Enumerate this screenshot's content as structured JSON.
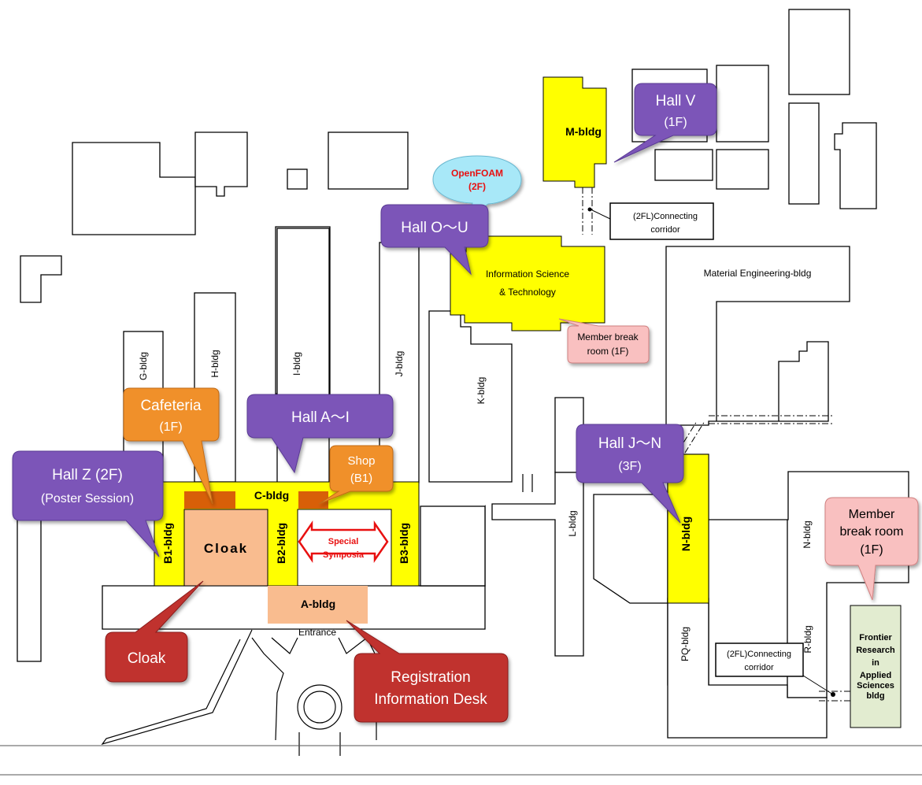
{
  "colors": {
    "hall": "#7b55b8",
    "orange": "#f0902a",
    "dark_orange": "#d85f08",
    "red": "#c0302e",
    "pink": "#f9c0c0",
    "yellow": "#ffff00",
    "peach": "#f9bc8f",
    "openfoam": "#a8e8f8",
    "frontier": "#e2ecd0"
  },
  "buildings": {
    "g": "G-bldg",
    "h": "H-bldg",
    "i": "I-bldg",
    "j": "J-bldg",
    "k": "K-bldg",
    "l": "L-bldg",
    "n_right": "N-bldg",
    "pq": "PQ-bldg",
    "r": "R-bldg",
    "c": "C-bldg",
    "b1": "B1-bldg",
    "b2": "B2-bldg",
    "b3": "B3-bldg",
    "a": "A-bldg",
    "n": "N-bldg",
    "m": "M-bldg",
    "cloak": "Cloak",
    "info_sci_1": "Information Science",
    "info_sci_2": "& Technology",
    "material": "Material Engineering-bldg",
    "frontier": [
      "Frontier",
      "Research",
      "in",
      "Applied",
      "Sciences",
      "bldg"
    ],
    "entrance": "Entrance"
  },
  "special_symposia": [
    "Special",
    "Symposia"
  ],
  "connecting_corridor_top": [
    "(2FL)Connecting",
    "corridor"
  ],
  "connecting_corridor_bottom": [
    "(2FL)Connecting",
    "corridor"
  ],
  "callouts": {
    "hall_v": [
      "Hall V",
      "(1F)"
    ],
    "openfoam": [
      "OpenFOAM",
      "(2F)"
    ],
    "hall_ou": [
      "Hall O〜U"
    ],
    "member_break_small": [
      "Member break",
      "room (1F)"
    ],
    "cafeteria": [
      "Cafeteria",
      "(1F)"
    ],
    "hall_ai": [
      "Hall A〜I"
    ],
    "shop": [
      "Shop",
      "(B1)"
    ],
    "hall_z": [
      "Hall Z (2F)",
      "(Poster Session)"
    ],
    "hall_jn": [
      "Hall J〜N",
      "(3F)"
    ],
    "member_break_big": [
      "Member",
      "break room",
      "(1F)"
    ],
    "cloak": [
      "Cloak"
    ],
    "registration": [
      "Registration",
      "Information Desk"
    ]
  }
}
